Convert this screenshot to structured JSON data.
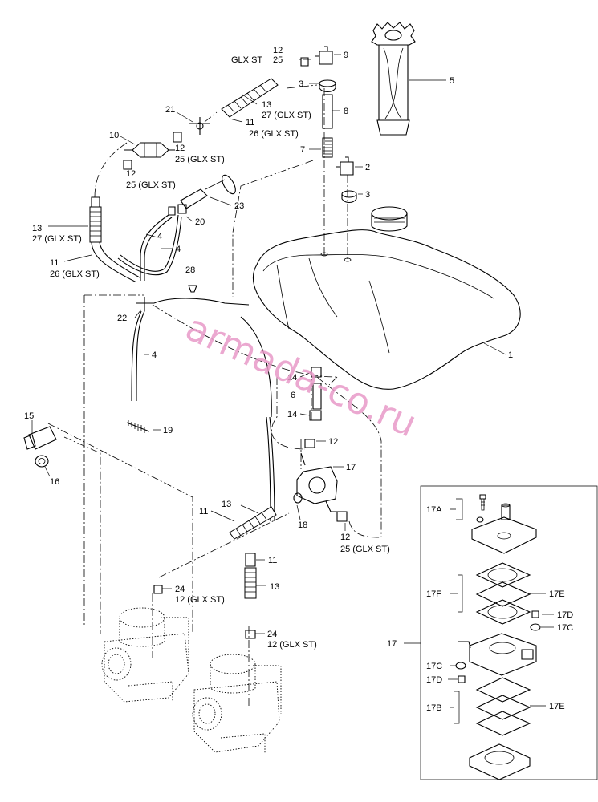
{
  "watermark": "armada-co.ru",
  "labels": {
    "l9": "9",
    "l12_25_top": "12",
    "l25_top": "25",
    "glx_st_top": "GLX ST",
    "l5": "5",
    "l3_a": "3",
    "l8": "8",
    "l13_a": "13",
    "l27_a": "27 (GLX ST)",
    "l11_a": "11",
    "l26_a": "26 (GLX ST)",
    "l21": "21",
    "l10": "10",
    "l12_b": "12",
    "l25_b": "25 (GLX ST)",
    "l12_c": "12",
    "l25_c": "25 (GLX ST)",
    "l7": "7",
    "l2": "2",
    "l3_b": "3",
    "l23": "23",
    "l20": "20",
    "l13_b": "13",
    "l27_b": "27 (GLX ST)",
    "l4_a": "4",
    "l4_b": "4",
    "l11_b": "11",
    "l26_b": "26 (GLX ST)",
    "l28": "28",
    "l22": "22",
    "l4_c": "4",
    "l1": "1",
    "l14_a": "14",
    "l6": "6",
    "l14_b": "14",
    "l12_d": "12",
    "l17": "17",
    "l15": "15",
    "l19": "19",
    "l16": "16",
    "l11_c": "11",
    "l13_c": "13",
    "l18": "18",
    "l12_e": "12",
    "l25_e": "25 (GLX ST)",
    "l11_d": "11",
    "l13_d": "13",
    "l24_a": "24",
    "l12_glx_a": "12 (GLX ST)",
    "l24_b": "24",
    "l12_glx_b": "12 (GLX ST)",
    "l17A": "17A",
    "l17F": "17F",
    "l17E_a": "17E",
    "l17D_a": "17D",
    "l17C_a": "17C",
    "l17_box": "17",
    "l17C_b": "17C",
    "l17D_b": "17D",
    "l17B": "17B",
    "l17E_b": "17E"
  }
}
